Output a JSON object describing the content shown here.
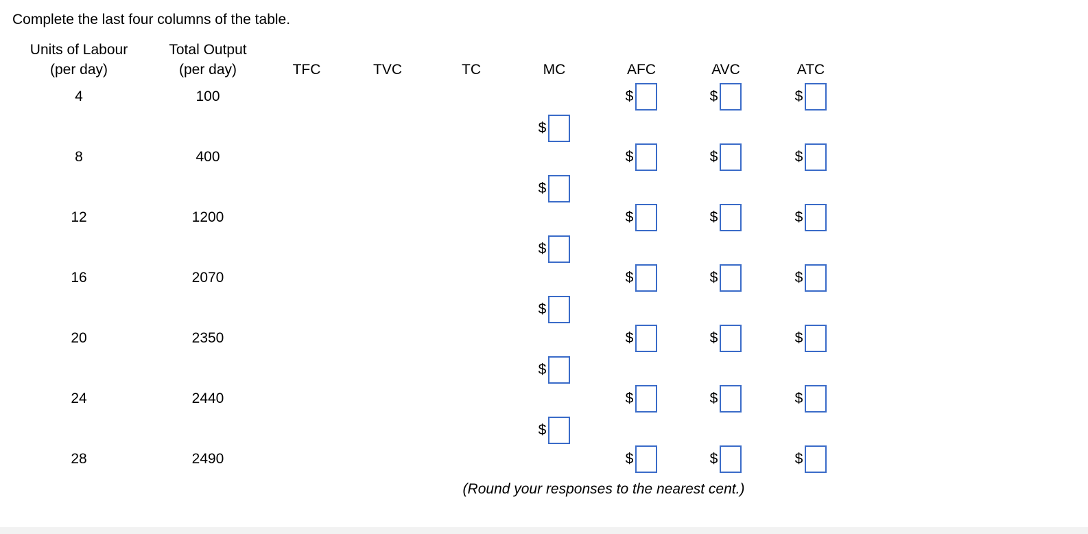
{
  "page": {
    "instruction": "Complete the last four columns of the table.",
    "note": "(Round your responses to the nearest cent.)"
  },
  "table": {
    "currency": "$",
    "columns": [
      {
        "line1": "Units of Labour",
        "line2": "(per day)"
      },
      {
        "line1": "Total Output",
        "line2": "(per day)"
      },
      {
        "line1": "",
        "line2": "TFC"
      },
      {
        "line1": "",
        "line2": "TVC"
      },
      {
        "line1": "",
        "line2": "TC"
      },
      {
        "line1": "",
        "line2": "MC"
      },
      {
        "line1": "",
        "line2": "AFC"
      },
      {
        "line1": "",
        "line2": "AVC"
      },
      {
        "line1": "",
        "line2": "ATC"
      }
    ],
    "rows": [
      {
        "labour": "4",
        "output": "100"
      },
      {
        "labour": "8",
        "output": "400"
      },
      {
        "labour": "12",
        "output": "1200"
      },
      {
        "labour": "16",
        "output": "2070"
      },
      {
        "labour": "20",
        "output": "2350"
      },
      {
        "labour": "24",
        "output": "2440"
      },
      {
        "labour": "28",
        "output": "2490"
      }
    ],
    "mc_box_count": 6
  },
  "colors": {
    "input_border": "#3A6BC8",
    "bottom_bar": "#F2F2F2",
    "background": "#FFFFFF",
    "text": "#000000"
  }
}
